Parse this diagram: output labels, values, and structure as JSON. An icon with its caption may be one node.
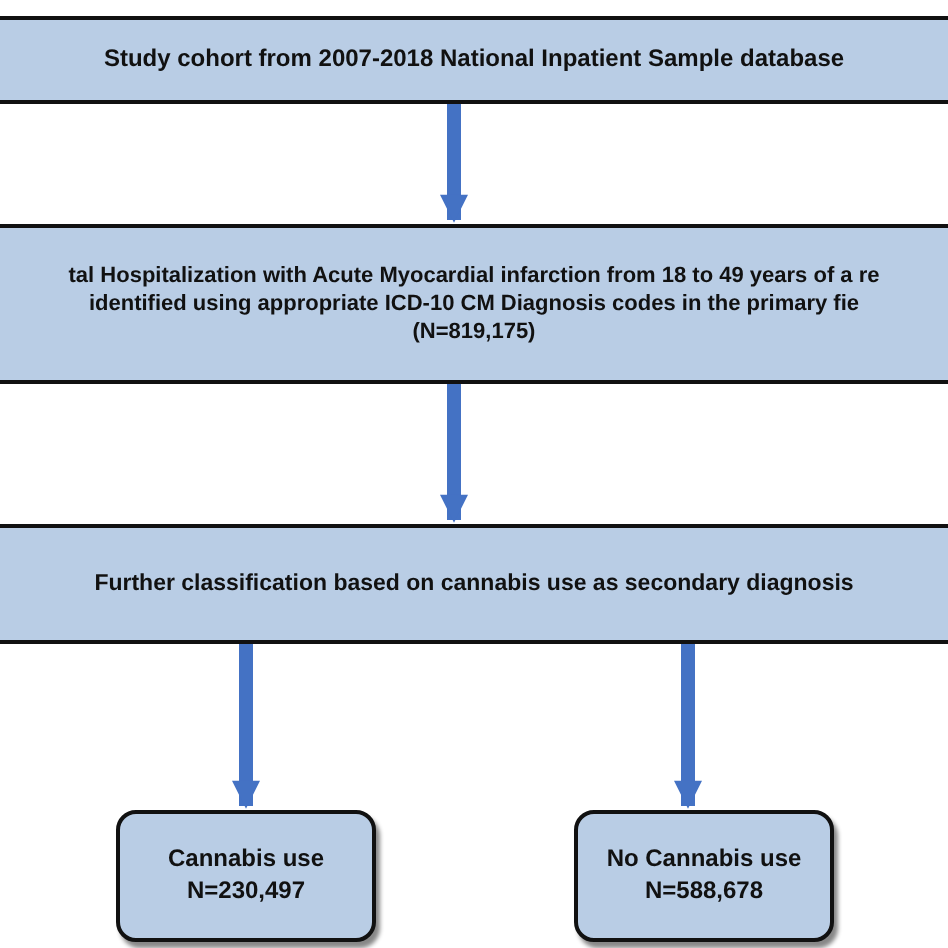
{
  "diagram": {
    "nodes": [
      {
        "text": [
          "Study cohort from 2007-2018 National Inpatient Sample database"
        ]
      },
      {
        "text": [
          "tal Hospitalization with Acute Myocardial infarction from 18 to 49 years of a re identified using appropriate ICD-10 CM Diagnosis codes in the primary fie",
          "(N=819,175)"
        ]
      },
      {
        "text": [
          "Further classification based on cannabis use as secondary diagnosis"
        ]
      },
      {
        "text": [
          "Cannabis use",
          "N=230,497"
        ]
      },
      {
        "text": [
          "No Cannabis use",
          "N=588,678"
        ]
      }
    ],
    "edges": [
      {
        "from": 0,
        "to": 1,
        "arrow": "to"
      },
      {
        "from": 1,
        "to": 2,
        "arrow": "to"
      },
      {
        "from": 2,
        "to": 3,
        "arrow": "to"
      },
      {
        "from": 2,
        "to": 4,
        "arrow": "to"
      }
    ]
  }
}
